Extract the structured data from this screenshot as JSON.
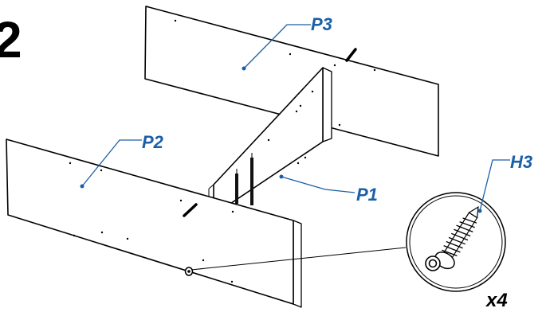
{
  "step": {
    "number": "2"
  },
  "labels": {
    "p1": "P1",
    "p2": "P2",
    "p3": "P3",
    "h3": "H3"
  },
  "quantity": {
    "text": "x4"
  },
  "colors": {
    "label": "#1a5fa8",
    "line": "#000000",
    "background": "#ffffff"
  }
}
